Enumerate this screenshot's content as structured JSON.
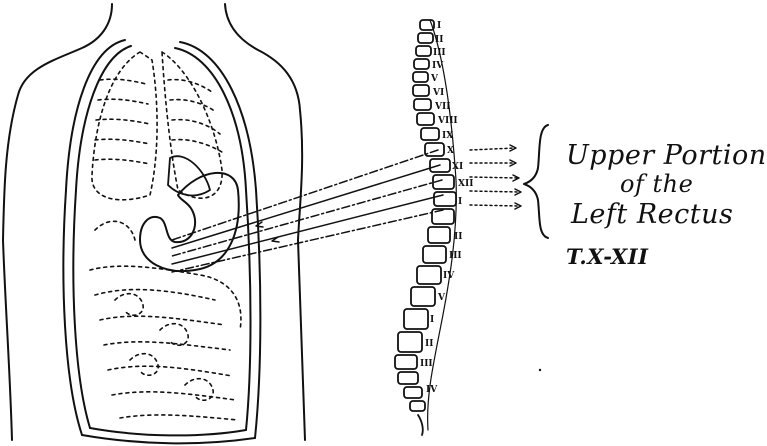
{
  "annotation": {
    "line1": "Upper Portion",
    "line2": "of the",
    "line3": "Left Rectus",
    "segments": "T.X-XII"
  },
  "vertebra_labels": [
    "I",
    "II",
    "III",
    "IV",
    "V",
    "VI",
    "VII",
    "VIII",
    "IX",
    "X",
    "XI",
    "XII",
    "I",
    "II",
    "III",
    "IV",
    "V",
    "I",
    "II",
    "III",
    "IV"
  ],
  "colors": {
    "ink": "#111111",
    "background": "#ffffff"
  }
}
